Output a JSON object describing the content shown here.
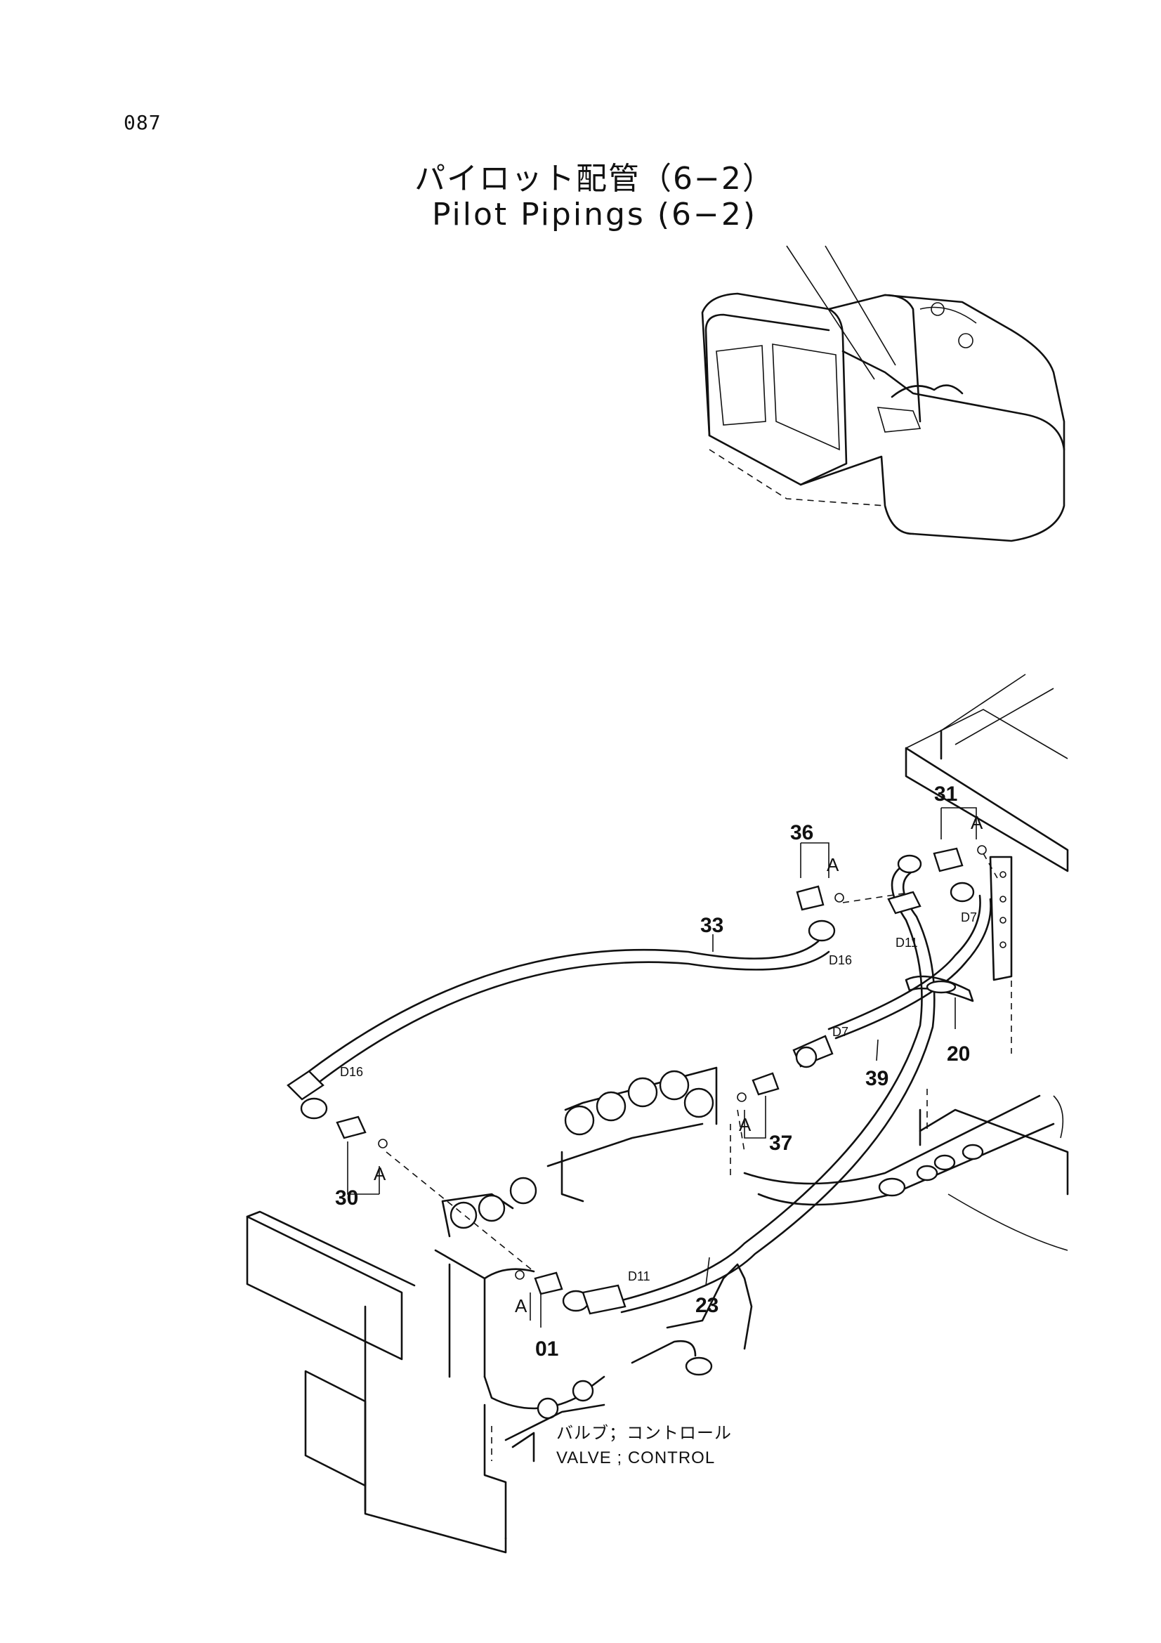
{
  "page_number": "087",
  "title": {
    "japanese": "パイロット配管（6−2）",
    "english": "Pilot Pipings (6−2)"
  },
  "parts": {
    "p01": "01",
    "p20": "20",
    "p23": "23",
    "p30": "30",
    "p31": "31",
    "p33": "33",
    "p36": "36",
    "p37": "37",
    "p39": "39"
  },
  "hose_tags": {
    "d16_left": "D16",
    "d16_right": "D16",
    "d11_top": "D11",
    "d11_bottom": "D11",
    "d7_top": "D7",
    "d7_mid": "D7"
  },
  "a_mark": "A",
  "caption": {
    "japanese": "バルブ；コントロール",
    "english": "VALVE ; CONTROL"
  }
}
